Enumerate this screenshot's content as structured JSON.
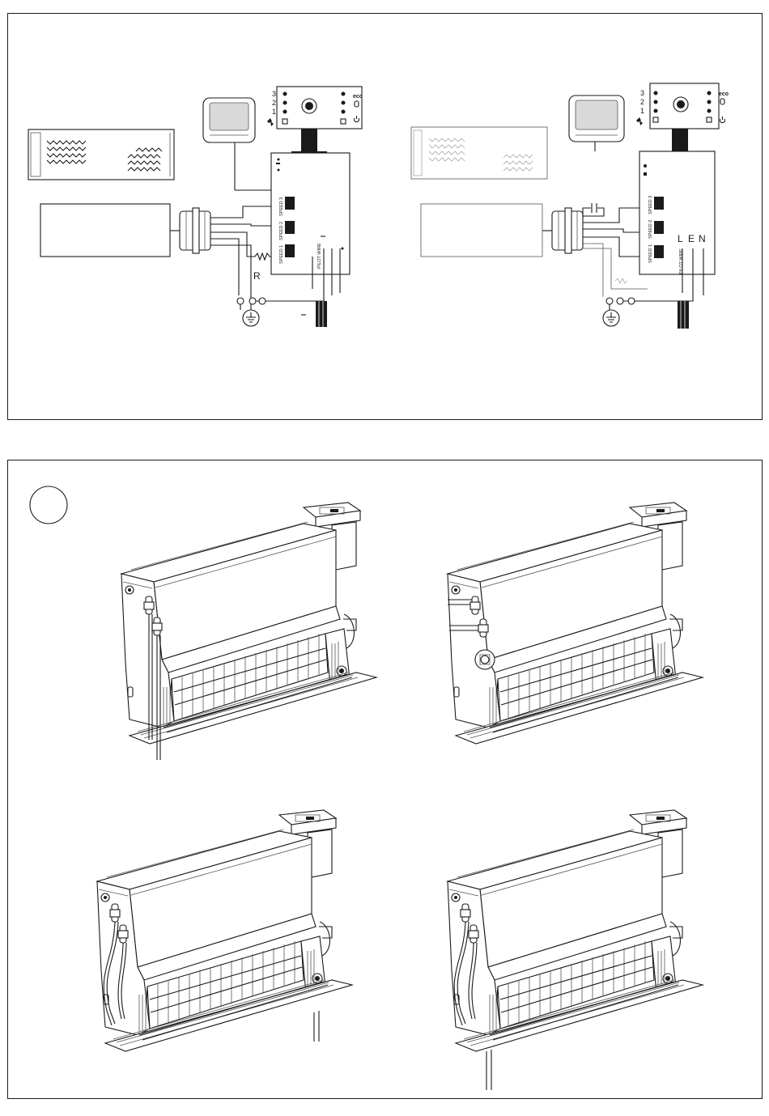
{
  "wiring_left": {
    "knob_numbers": [
      "3",
      "2",
      "1"
    ],
    "eco_label": "eco",
    "board_labels": [
      "SPEED 3",
      "SPEED 2",
      "SPEED 1",
      "PILOT WIRE"
    ],
    "resistor_label": "R"
  },
  "wiring_right": {
    "knob_numbers": [
      "3",
      "2",
      "1"
    ],
    "eco_label": "eco",
    "board_labels": [
      "SPEED 3",
      "SPEED 2",
      "SPEED 1",
      "PILOT WIRE"
    ],
    "terminal_labels": [
      "L",
      "E",
      "N"
    ]
  },
  "colors": {
    "line": "#1a1a1a",
    "hatch": "#555555",
    "background": "#ffffff"
  },
  "icons": [
    "fan-icon",
    "power-icon",
    "hand-icon",
    "ground-icon",
    "thermostat-icon"
  ]
}
